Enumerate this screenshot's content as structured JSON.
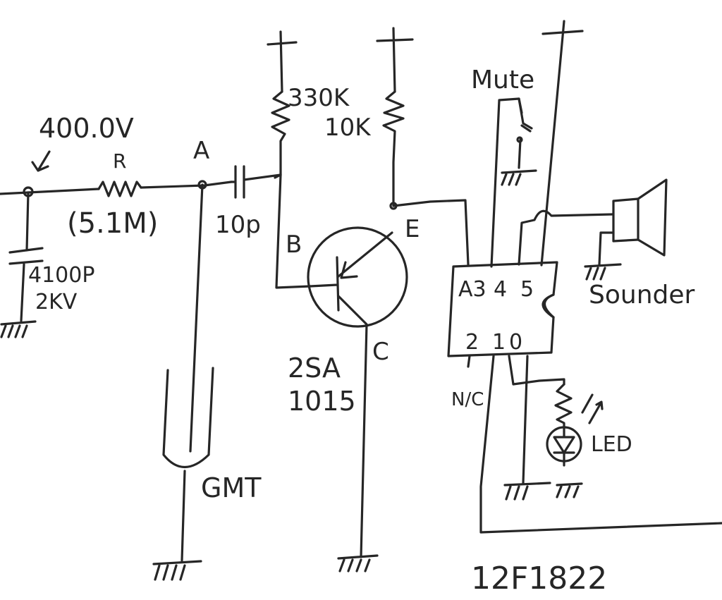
{
  "labels": {
    "voltage": "400.0V",
    "resistor_name": "R",
    "resistor_value": "(5.1M)",
    "cap_hv": "4100P",
    "cap_hv_rating": "2KV",
    "node_a": "A",
    "cap_coupling": "10p",
    "res_bias": "330K",
    "res_collector": "10K",
    "node_b": "B",
    "node_e": "E",
    "node_c": "C",
    "transistor_l1": "2SA",
    "transistor_l2": "1015",
    "tube": "GMT",
    "mute": "Mute",
    "sounder": "Sounder",
    "led": "LED",
    "mcu": "12F1822",
    "nc": "N/C",
    "pin_a3": "A3",
    "pin_4": "4",
    "pin_5": "5",
    "pin_2": "2",
    "pin_1": "1",
    "pin_0": "0"
  }
}
